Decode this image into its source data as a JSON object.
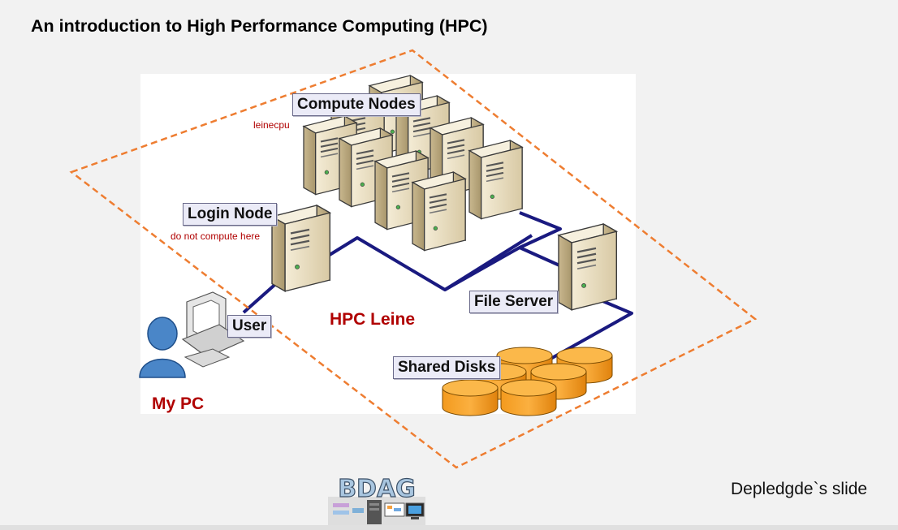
{
  "slide": {
    "title": "An introduction to High Performance Computing (HPC)",
    "credit": "Depledgde`s slide"
  },
  "diagram": {
    "labels": {
      "compute_nodes": "Compute Nodes",
      "login_node": "Login Node",
      "user": "User",
      "file_server": "File Server",
      "shared_disks": "Shared Disks"
    },
    "notes": {
      "compute": "leinecpu",
      "login": "do not compute here"
    },
    "regions": {
      "cluster": "HPC Leine",
      "local": "My PC"
    }
  },
  "logo": {
    "text": "BDAG"
  },
  "colors": {
    "network_line": "#1a1a80",
    "boundary": "#ee7d31",
    "disk": "#f7941d",
    "server": "#e8dcc0",
    "annotation": "#b00000"
  }
}
